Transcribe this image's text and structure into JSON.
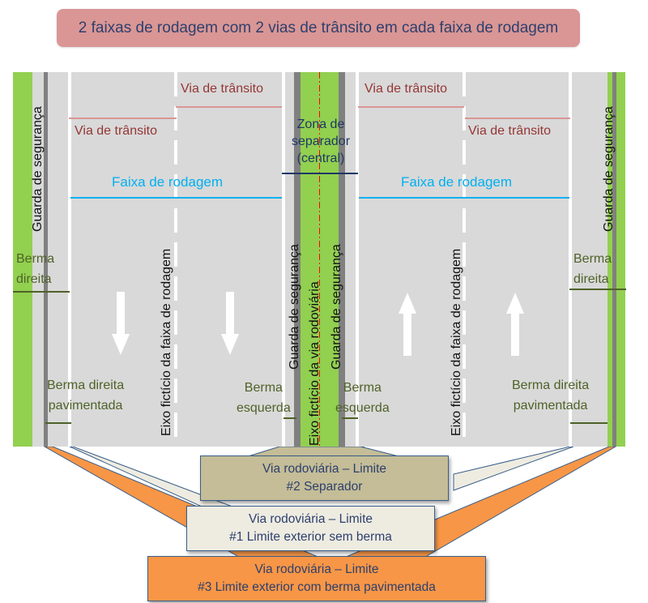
{
  "title": "2 faixas de rodagem com 2 vias de trânsito em cada faixa de rodagem",
  "labels": {
    "via_transito": "Via de trânsito",
    "faixa_rodagem": "Faixa de rodagem",
    "zona_separador": [
      "Zona de",
      "separador",
      "(central)"
    ],
    "guarda_seguranca": "Guarda de segurança",
    "eixo_faixa": "Eixo fictício da faixa de rodagem",
    "eixo_via": "Eixo fictício da via rodoviária",
    "berma_direita": [
      "Berma",
      "direita"
    ],
    "berma_direita_pavimentada": [
      "Berma direita",
      "pavimentada"
    ],
    "berma_esquerda": [
      "Berma",
      "esquerda"
    ]
  },
  "traffic_directions": {
    "left_carriageway": "down",
    "right_carriageway": "up"
  },
  "callouts": [
    {
      "id": "limit-2",
      "line1": "Via rodoviária – Limite",
      "line2": "#2 Separador",
      "color": "#c4bd97"
    },
    {
      "id": "limit-1",
      "line1": "Via rodoviária – Limite",
      "line2": "#1 Limite exterior sem berma",
      "color": "#eeece1"
    },
    {
      "id": "limit-3",
      "line1": "Via rodoviária – Limite",
      "line2": "#3 Limite exterior com berma pavimentada",
      "color": "#f79646"
    }
  ],
  "colors": {
    "title_bg": "#d99694",
    "verge_green": "#92d050",
    "pavement": "#d9d9d9",
    "barrier": "#808080",
    "lane_label": "#943634",
    "carriageway_label": "#00b0f0",
    "separator_label": "#1f3864",
    "shoulder_label": "#4f6228",
    "axis_line": "#ff0000"
  }
}
